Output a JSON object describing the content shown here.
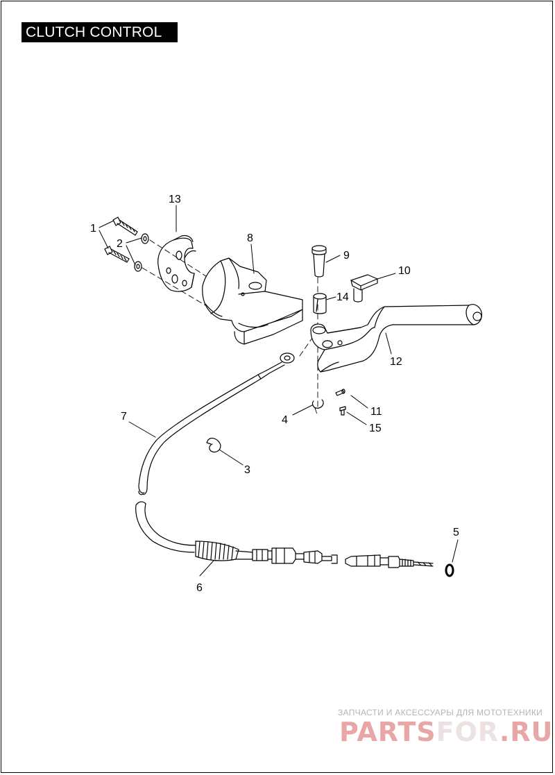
{
  "title": "CLUTCH CONTROL",
  "callouts": [
    {
      "id": "1",
      "text": "1"
    },
    {
      "id": "2",
      "text": "2"
    },
    {
      "id": "3",
      "text": "3"
    },
    {
      "id": "4",
      "text": "4"
    },
    {
      "id": "5",
      "text": "5"
    },
    {
      "id": "6",
      "text": "6"
    },
    {
      "id": "7",
      "text": "7"
    },
    {
      "id": "8",
      "text": "8"
    },
    {
      "id": "9",
      "text": "9"
    },
    {
      "id": "10",
      "text": "10"
    },
    {
      "id": "11",
      "text": "11"
    },
    {
      "id": "12",
      "text": "12"
    },
    {
      "id": "13",
      "text": "13"
    },
    {
      "id": "14",
      "text": "14"
    },
    {
      "id": "15",
      "text": "15"
    }
  ],
  "watermark": {
    "tagline": "ЗАПЧАСТИ И АКСЕССУАРЫ ДЛЯ МОТОТЕХНИКИ",
    "logo_part1": "PARTS",
    "logo_part2": "FOR",
    "logo_part3": ".RU"
  },
  "colors": {
    "line": "#000000",
    "title_bg": "#000000",
    "title_fg": "#ffffff",
    "watermark_red": "#e8a6a6",
    "watermark_gray": "#b4b4b4"
  }
}
